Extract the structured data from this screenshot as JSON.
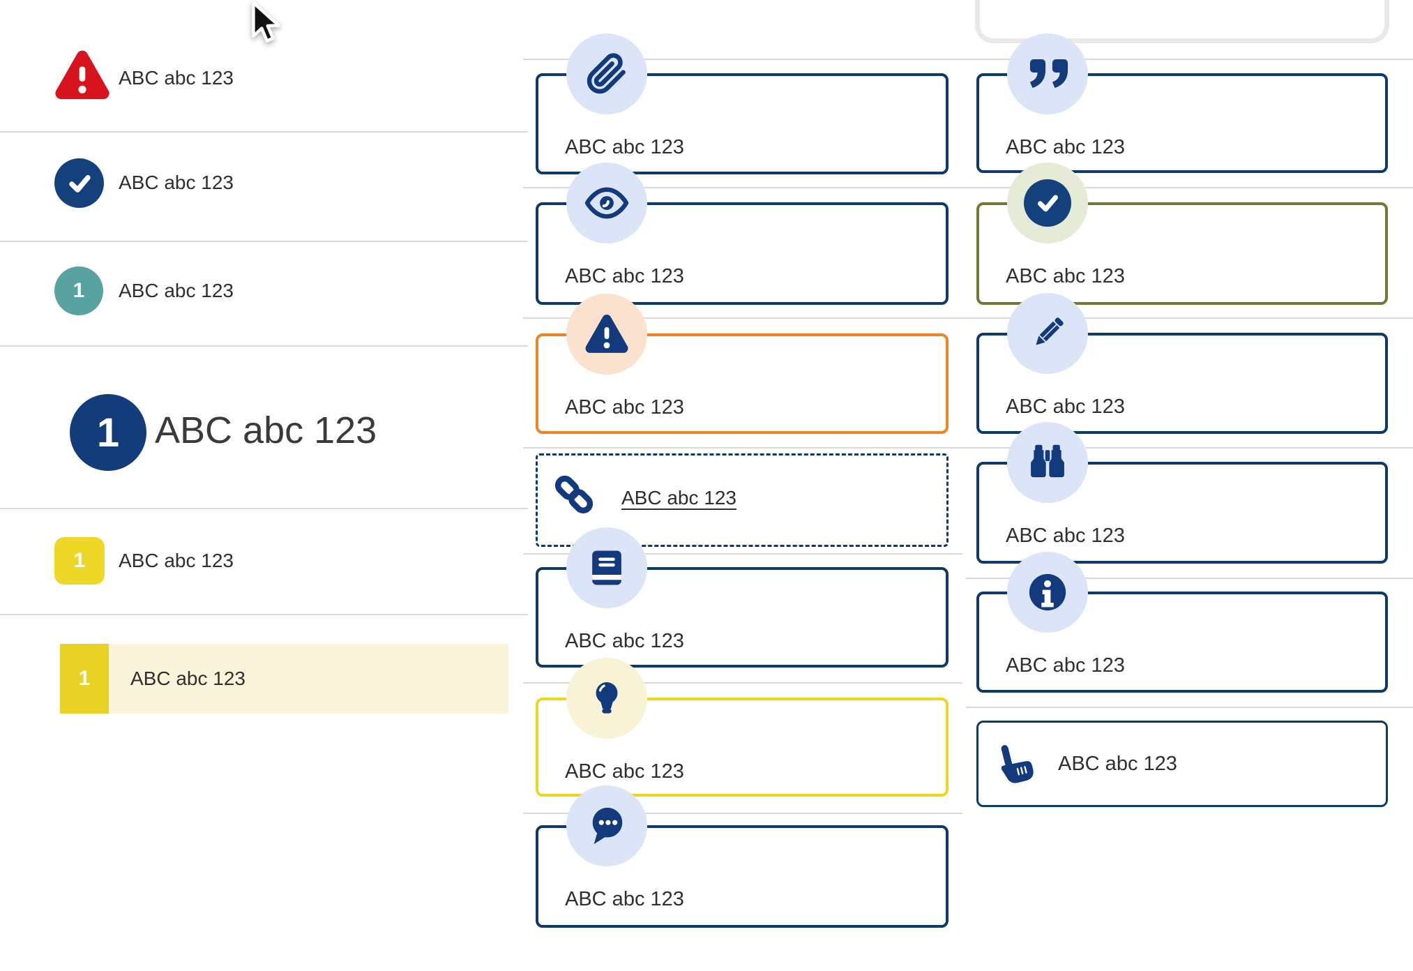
{
  "left_panel": {
    "items": [
      {
        "icon": "alert-triangle-icon",
        "label": "ABC abc 123"
      },
      {
        "icon": "check-circle-icon",
        "label": "ABC abc 123"
      },
      {
        "icon": "number-badge-teal",
        "badge": "1",
        "label": "ABC abc 123"
      },
      {
        "icon": "number-badge-navy-large",
        "badge": "1",
        "label": "ABC abc 123"
      },
      {
        "icon": "number-badge-yellow",
        "badge": "1",
        "label": "ABC abc 123"
      },
      {
        "icon": "number-badge-yellow-highlighted",
        "badge": "1",
        "label": "ABC abc 123",
        "highlighted": true
      }
    ]
  },
  "middle_panel": {
    "cards": [
      {
        "icon": "paperclip-icon",
        "label": "ABC abc 123",
        "style": "navy"
      },
      {
        "icon": "eye-icon",
        "label": "ABC abc 123",
        "style": "navy"
      },
      {
        "icon": "alert-triangle-icon",
        "label": "ABC abc 123",
        "style": "orange"
      },
      {
        "icon": "link-icon",
        "label": "ABC abc 123",
        "style": "dashed-link"
      },
      {
        "icon": "book-icon",
        "label": "ABC abc 123",
        "style": "navy"
      },
      {
        "icon": "lightbulb-icon",
        "label": "ABC abc 123",
        "style": "yellow"
      },
      {
        "icon": "chat-bubble-icon",
        "label": "ABC abc 123",
        "style": "navy"
      }
    ]
  },
  "right_panel": {
    "cards": [
      {
        "icon": "quote-icon",
        "label": "ABC abc 123",
        "style": "navy"
      },
      {
        "icon": "check-circle-icon",
        "label": "ABC abc 123",
        "style": "olive"
      },
      {
        "icon": "pencil-icon",
        "label": "ABC abc 123",
        "style": "navy"
      },
      {
        "icon": "binoculars-icon",
        "label": "ABC abc 123",
        "style": "navy"
      },
      {
        "icon": "info-icon",
        "label": "ABC abc 123",
        "style": "navy"
      },
      {
        "icon": "hand-pointer-icon",
        "label": "ABC abc 123",
        "style": "navy-thin"
      }
    ]
  },
  "colors": {
    "navy": "#123a7d",
    "navy_border": "#0d3a69",
    "light_blue_circle": "#dbe5f7",
    "red": "#d7141e",
    "teal": "#58a2a1",
    "yellow_badge": "#efd728",
    "highlight_badge": "#e8d226",
    "highlight_background": "#faf5da",
    "orange_border": "#ee8522",
    "peach_circle": "#fbe2cf",
    "olive_border": "#6d7c33",
    "pale_green_circle": "#e5ebd7",
    "pale_yellow_circle": "#f8f3d6",
    "yellow_border": "#efd61e"
  }
}
